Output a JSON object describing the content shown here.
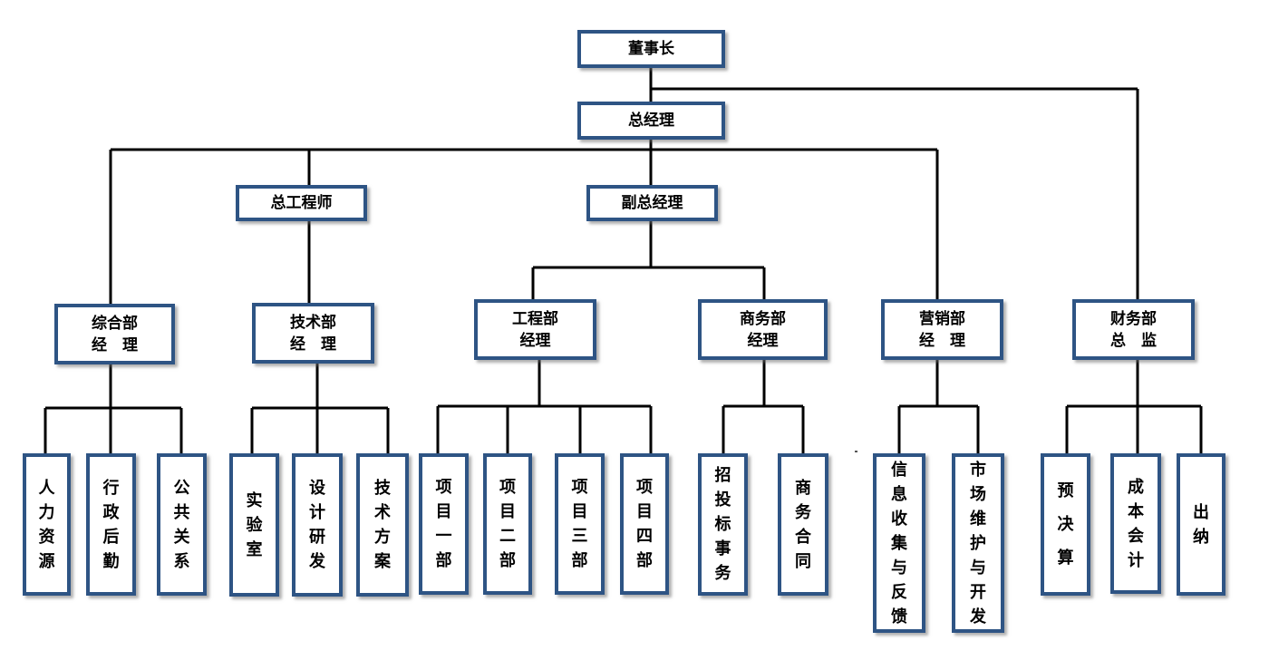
{
  "org": {
    "chairman": "董事长",
    "gm": "总经理",
    "chief_engineer": "总工程师",
    "deputy_gm": "副总经理",
    "admin_mgr": [
      "综合部",
      "经　理"
    ],
    "tech_mgr": [
      "技术部",
      "经　理"
    ],
    "eng_mgr": [
      "工程部",
      "经理"
    ],
    "biz_mgr": [
      "商务部",
      "经理"
    ],
    "mkt_mgr": [
      "营销部",
      "经　理"
    ],
    "fin_mgr": [
      "财务部",
      "总　监"
    ],
    "hr": "人力资源",
    "logistics": "行政后勤",
    "pr": "公共关系",
    "lab": "实验室",
    "design": "设计研发",
    "tech_plan": "技术方案",
    "proj1": "项目一部",
    "proj2": "项目二部",
    "proj3": "项目三部",
    "proj4": "项目四部",
    "bidding": "招投标事务",
    "contract": "商务合同",
    "info": "信息收集与反馈",
    "market": "市场维护与开发",
    "budget": "预决算",
    "cost": "成本会计",
    "cashier": "出纳"
  },
  "colors": {
    "box_border": "#2e5484",
    "line": "#000000",
    "text": "#000000",
    "background": "#ffffff"
  }
}
